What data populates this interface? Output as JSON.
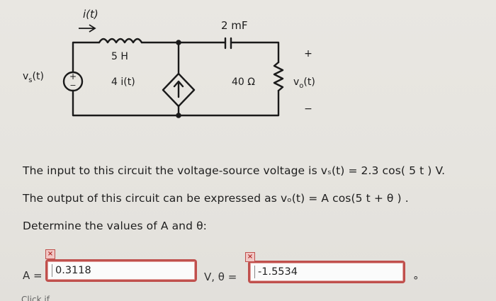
{
  "circuit": {
    "current_label": "i(t)",
    "capacitor_label": "2 mF",
    "inductor_label": "5 H",
    "source_label_main": "v",
    "source_label_sub": "s",
    "source_label_tail": "(t)",
    "dependent_source_label": "4  i(t)",
    "resistor_label": "40 Ω",
    "output_plus": "+",
    "output_minus": "−",
    "output_label_main": "v",
    "output_label_sub": "o",
    "output_label_tail": "(t)",
    "source_polarity_plus": "+",
    "source_polarity_minus": "−"
  },
  "question": {
    "line1": "The input to this circuit the voltage-source voltage is vₛ(t)  =  2.3 cos( 5 t ) V.",
    "line2": "The output of this circuit can be expressed as vₒ(t)  =  A cos(5 t + θ ) .",
    "line3": "Determine the values of A and θ:"
  },
  "answers": {
    "a_label": "A  =",
    "a_value": "0.3118",
    "v_theta_label": "V, θ  =",
    "theta_value": "-1.5534",
    "degree_symbol": "°",
    "incorrect_mark": "×"
  },
  "footer": {
    "cutoff_text": "Click if ..."
  }
}
